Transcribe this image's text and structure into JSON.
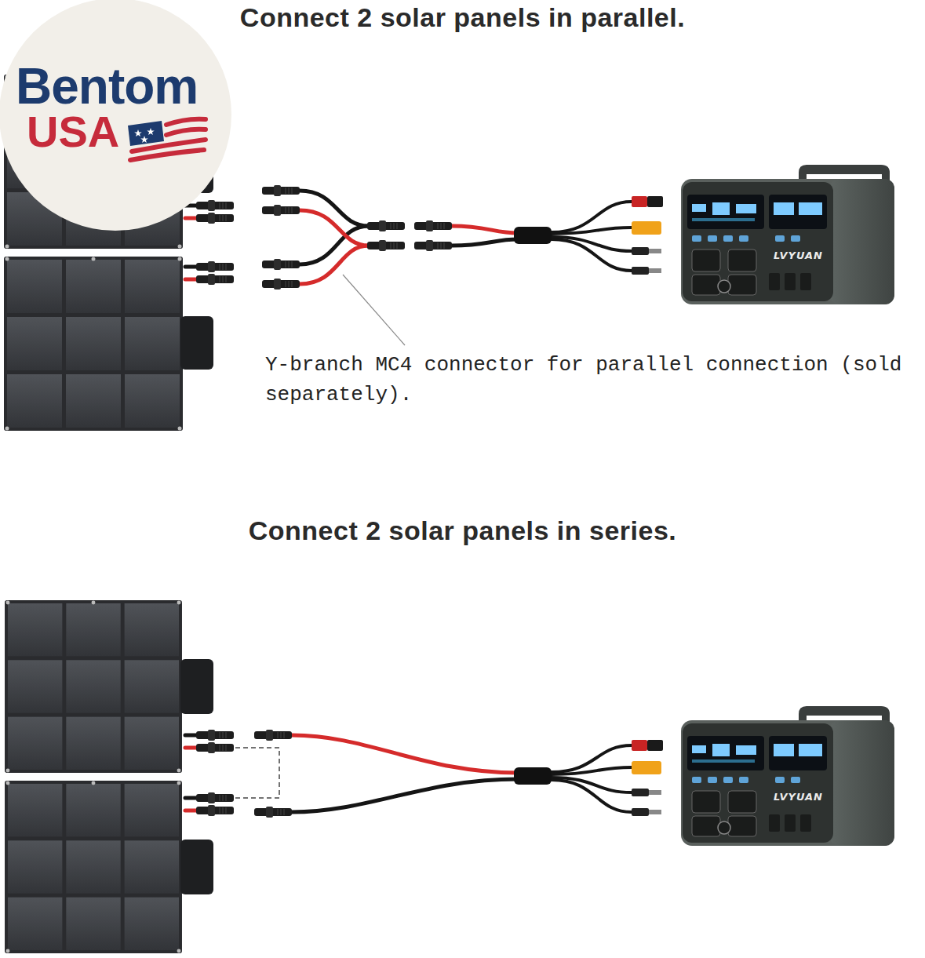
{
  "diagram": {
    "nodes": [
      {
        "text": [
          "LVYUAN"
        ]
      },
      {
        "text": [
          "LVYUAN"
        ]
      }
    ],
    "labels": [
      "Bentom",
      "USA",
      "Connect 2 solar panels in parallel.",
      "Y-branch MC4 connector for parallel connection (sold separately).",
      "Connect 2 solar panels in series."
    ]
  }
}
